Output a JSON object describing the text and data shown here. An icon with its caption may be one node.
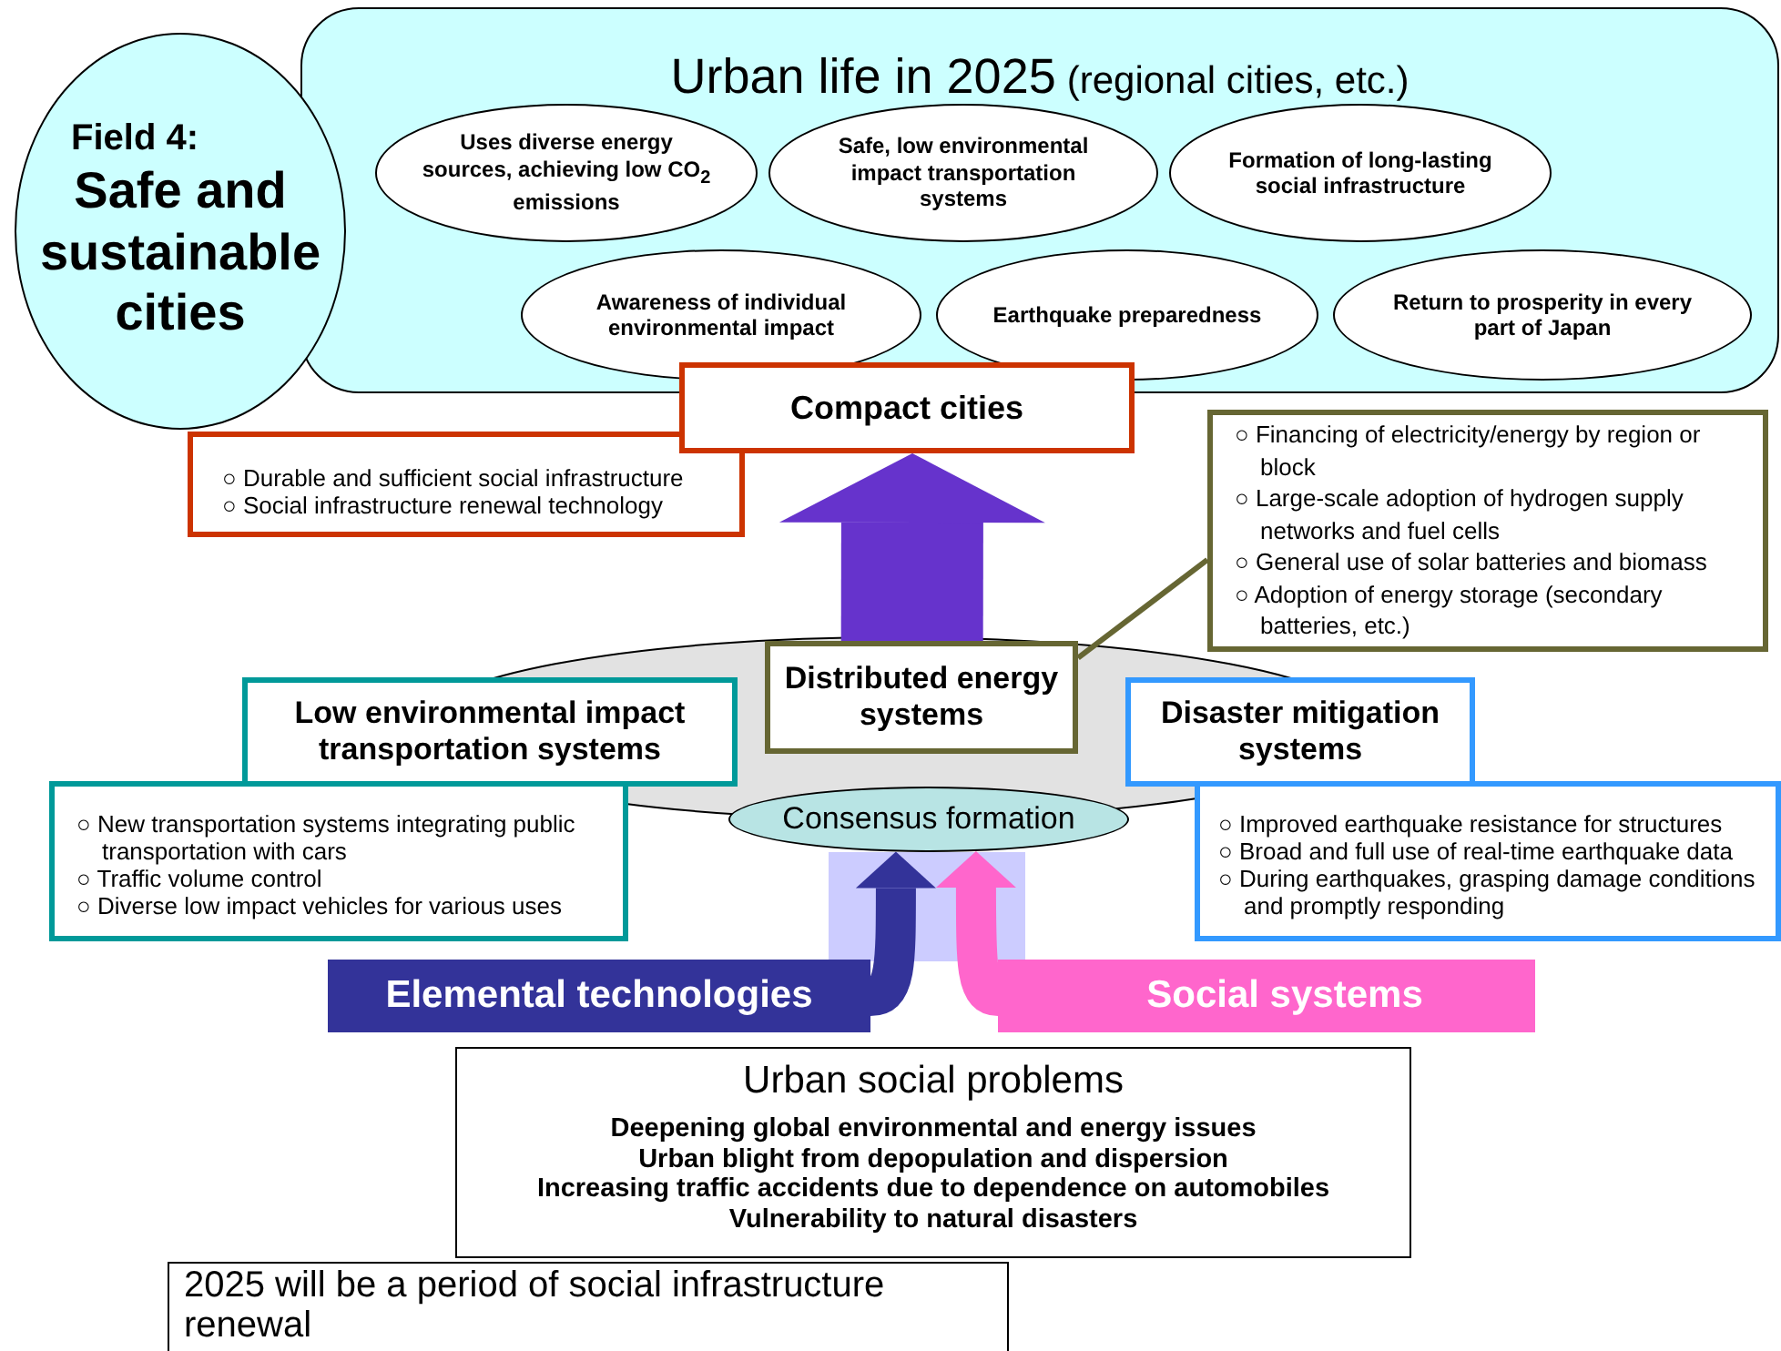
{
  "diagram": {
    "nodes": [
      {
        "text": [
          "Field 4:",
          "Safe and sustainable cities"
        ]
      },
      {
        "text": [
          "Urban life in 2025",
          "(regional cities, etc.)"
        ]
      },
      {
        "text": [
          "Uses diverse energy sources, achieving low CO$_{2}$ emissions"
        ],
        "in": 1
      },
      {
        "text": [
          "Safe, low environmental impact transportation systems"
        ],
        "in": 1
      },
      {
        "text": [
          "Formation of long-lasting social infrastructure"
        ],
        "in": 1
      },
      {
        "text": [
          "Awareness of individual environmental impact"
        ],
        "in": 1
      },
      {
        "text": [
          "Earthquake preparedness"
        ],
        "in": 1
      },
      {
        "text": [
          "Return to prosperity in every part of Japan"
        ],
        "in": 1
      },
      {
        "text": [
          "Compact cities"
        ]
      },
      {
        "text": [
          "○ Durable and sufficient social infrastructure",
          "○ Social infrastructure renewal technology"
        ]
      },
      {
        "text": [
          "○ Financing of electricity/energy by region or block",
          "○ Large-scale adoption of hydrogen supply networks and fuel cells",
          "○ General use of solar batteries and biomass",
          "○ Adoption of energy storage (secondary batteries, etc.)"
        ]
      },
      {
        "text": [
          "Distributed energy systems"
        ]
      },
      {
        "text": [
          "Low environmental impact transportation systems"
        ]
      },
      {
        "text": [
          "Disaster mitigation systems"
        ]
      },
      {
        "text": [
          "Consensus formation"
        ]
      },
      {
        "text": [
          "○ New transportation systems integrating public transportation with cars",
          "○ Traffic volume control",
          "○ Diverse low impact vehicles for various uses"
        ]
      },
      {
        "text": [
          "○ Improved earthquake resistance for structures",
          "○ Broad and full use of real-time earthquake data",
          "○ During earthquakes, grasping damage conditions and promptly responding"
        ]
      },
      {
        "text": [
          "Elemental technologies"
        ]
      },
      {
        "text": [
          "Social systems"
        ]
      },
      {
        "text": [
          "Urban social problems",
          "Deepening global environmental and energy issues",
          "Urban blight from depopulation and dispersion",
          "Increasing traffic accidents due to dependence on automobiles",
          "Vulnerability to natural disasters"
        ]
      },
      {
        "text": [
          "2025 will be a period of social infrastructure renewal"
        ]
      }
    ],
    "edges": [
      {
        "from": 11,
        "to": 8,
        "arrow": "to",
        "style": "thick",
        "color": "#6633cc"
      },
      {
        "from": 10,
        "to": 11,
        "arrow": "none",
        "color": "#666633"
      },
      {
        "from": 17,
        "to": 14,
        "arrow": "to",
        "color": "#333399"
      },
      {
        "from": 18,
        "to": 14,
        "arrow": "to",
        "color": "#ff66cc"
      }
    ]
  }
}
